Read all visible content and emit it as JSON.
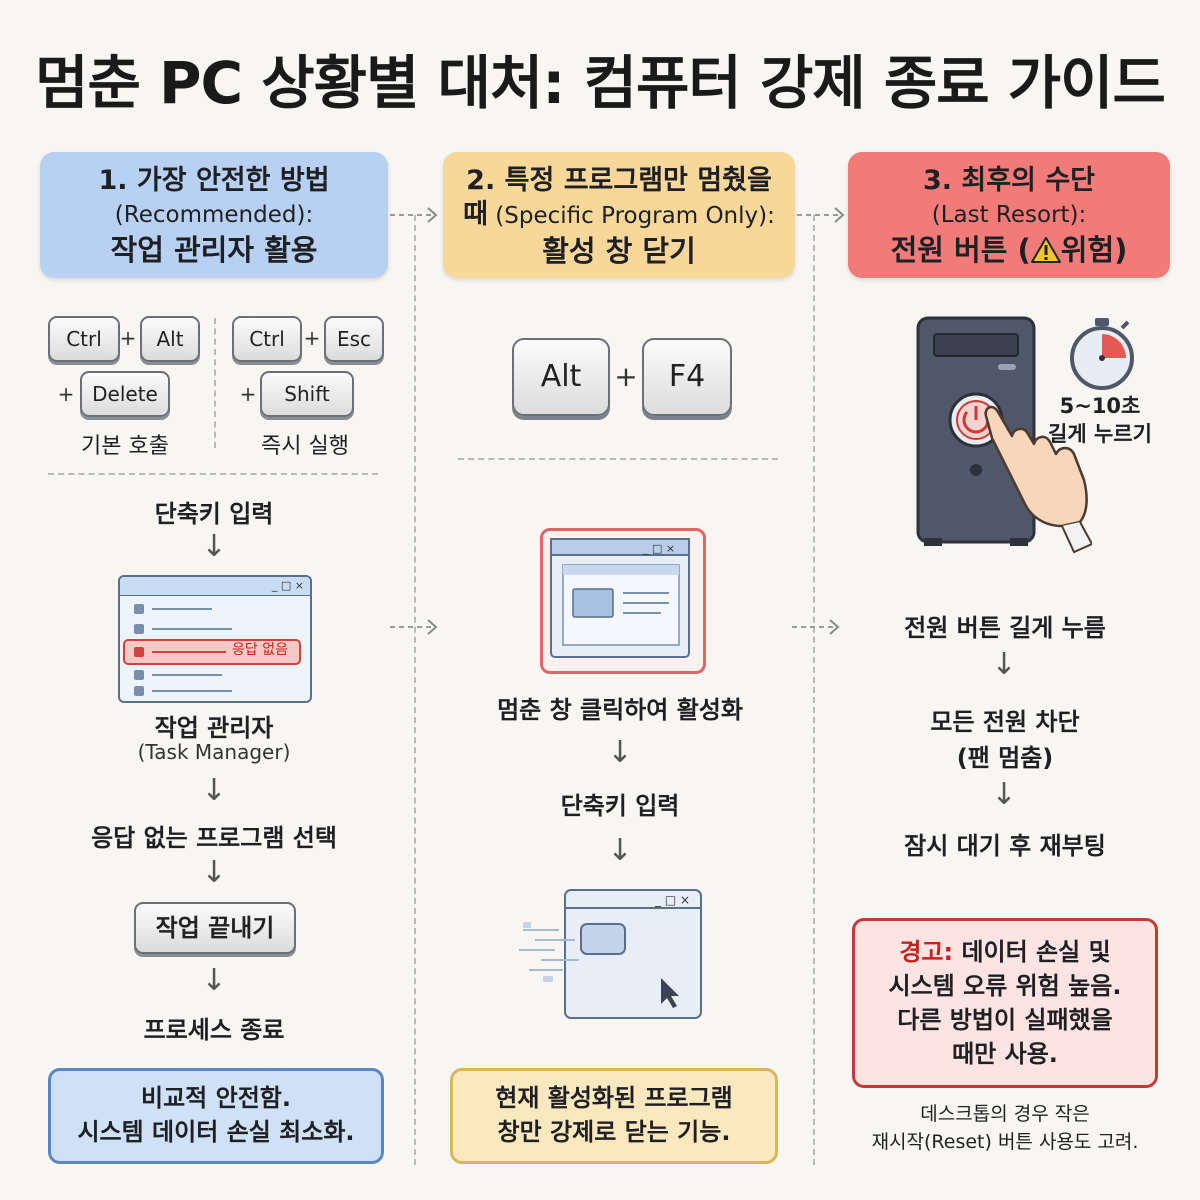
{
  "title": "멈춘 PC 상황별 대처: 컴퓨터 강제 종료 가이드",
  "col1": {
    "header": {
      "line1": "1. 가장 안전한 방법",
      "line2": "(Recommended):",
      "line3": "작업 관리자 활용"
    },
    "keys_a": [
      "Ctrl",
      "Alt",
      "Delete"
    ],
    "keys_b": [
      "Ctrl",
      "Esc",
      "Shift"
    ],
    "plus": "+",
    "label_a": "기본 호출",
    "label_b": "즉시 실행",
    "step1": "단축키 입력",
    "window_badge": "응답 없음",
    "step2": "작업 관리자",
    "step2_sub": "(Task Manager)",
    "step3": "응답 없는 프로그램 선택",
    "button": "작업 끝내기",
    "step4": "프로세스 종료",
    "note_line1": "비교적 안전함.",
    "note_line2": "시스템 데이터 손실 최소화."
  },
  "col2": {
    "header": {
      "line1": "2. 특정 프로그램만 멈췄을",
      "line2a": "때",
      "line2b": "(Specific Program Only):",
      "line3": "활성 창 닫기"
    },
    "keys": [
      "Alt",
      "F4"
    ],
    "plus": "+",
    "step1": "멈춘 창 클릭하여 활성화",
    "step2": "단축키 입력",
    "note_line1": "현재 활성화된 프로그램",
    "note_line2": "창만 강제로 닫는 기능."
  },
  "col3": {
    "header": {
      "line1": "3. 최후의 수단",
      "line2": "(Last Resort):",
      "line3a": "전원 버튼 (",
      "line3b": "위험)"
    },
    "timer_line1": "5~10초",
    "timer_line2": "길게 누르기",
    "step1": "전원 버튼 길게 누름",
    "step2": "모든 전원 차단",
    "step2_sub": "(팬 멈춤)",
    "step3": "잠시 대기 후 재부팅",
    "warn_label": "경고:",
    "warn_line1": "데이터 손실 및",
    "warn_line2": "시스템 오류 위험 높음.",
    "warn_line3": "다른 방법이 실패했을",
    "warn_line4": "때만 사용.",
    "tip_line1": "데스크톱의 경우 작은",
    "tip_line2": "재시작(Reset) 버튼 사용도 고려."
  },
  "window_controls": "_ □ ×",
  "colors": {
    "blue": "#b8d1f2",
    "yellow": "#f7d89a",
    "red": "#f07b78",
    "warning": "#c8201b"
  }
}
